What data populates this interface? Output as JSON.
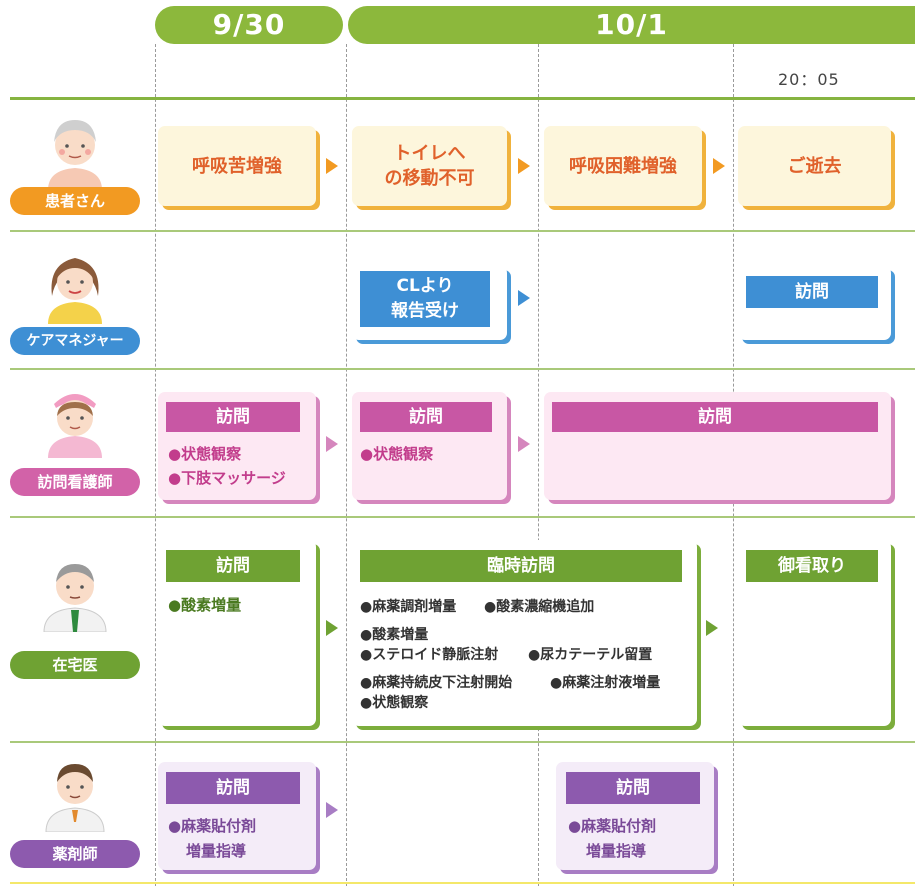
{
  "header": {
    "date1": "9/30",
    "date2": "10/1",
    "time": "20：05"
  },
  "rows": {
    "patient": {
      "label": "患者さん",
      "label_color": "#f29a22",
      "events": [
        "呼吸苦増強",
        "トイレへ",
        "の移動不可",
        "呼吸困難増強",
        "ご逝去"
      ]
    },
    "care_manager": {
      "label": "ケアマネジャー",
      "label_color": "#3e8fd4",
      "box1_line1": "CLより",
      "box1_line2": "報告受け",
      "box2_title": "訪問"
    },
    "nurse": {
      "label": "訪問看護師",
      "label_color": "#d262a8",
      "box1_title": "訪問",
      "box1_items": [
        "●状態観察",
        "●下肢マッサージ"
      ],
      "box2_title": "訪問",
      "box2_items": [
        "●状態観察"
      ],
      "box3_title": "訪問"
    },
    "doctor": {
      "label": "在宅医",
      "label_color": "#6fa233",
      "box1_title": "訪問",
      "box1_items": [
        "●酸素増量"
      ],
      "box2_title": "臨時訪問",
      "box2_items": [
        "●麻薬調剤増量",
        "●酸素濃縮機追加",
        "●酸素増量",
        "●ステロイド静脈注射",
        "●尿カテーテル留置",
        "●麻薬持続皮下注射開始",
        "●麻薬注射液増量",
        "●状態観察"
      ],
      "box3_title": "御看取り"
    },
    "pharmacist": {
      "label": "薬剤師",
      "label_color": "#8d5aae",
      "box1_title": "訪問",
      "box1_items": [
        "●麻薬貼付剤",
        "増量指導"
      ],
      "box2_title": "訪問",
      "box2_items": [
        "●麻薬貼付剤",
        "増量指導"
      ]
    }
  },
  "icons": [
    "elderly-patient-avatar",
    "care-manager-avatar",
    "nurse-avatar",
    "doctor-avatar",
    "pharmacist-avatar",
    "arrow-right-icon"
  ]
}
